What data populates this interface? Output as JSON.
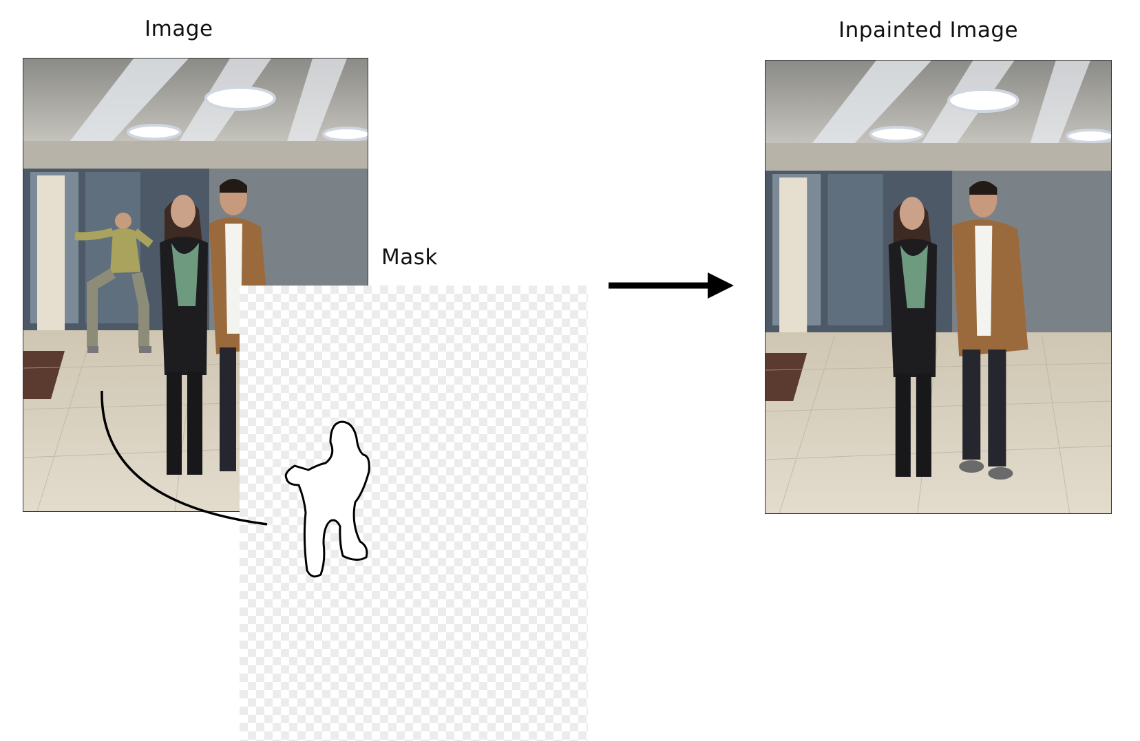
{
  "labels": {
    "image": "Image",
    "mask": "Mask",
    "inpainted": "Inpainted Image"
  },
  "colors": {
    "arrow": "#000000",
    "mask_outline": "#000000",
    "mask_fill": "#ffffff"
  },
  "icons": {
    "arrow": "right-arrow-icon"
  }
}
